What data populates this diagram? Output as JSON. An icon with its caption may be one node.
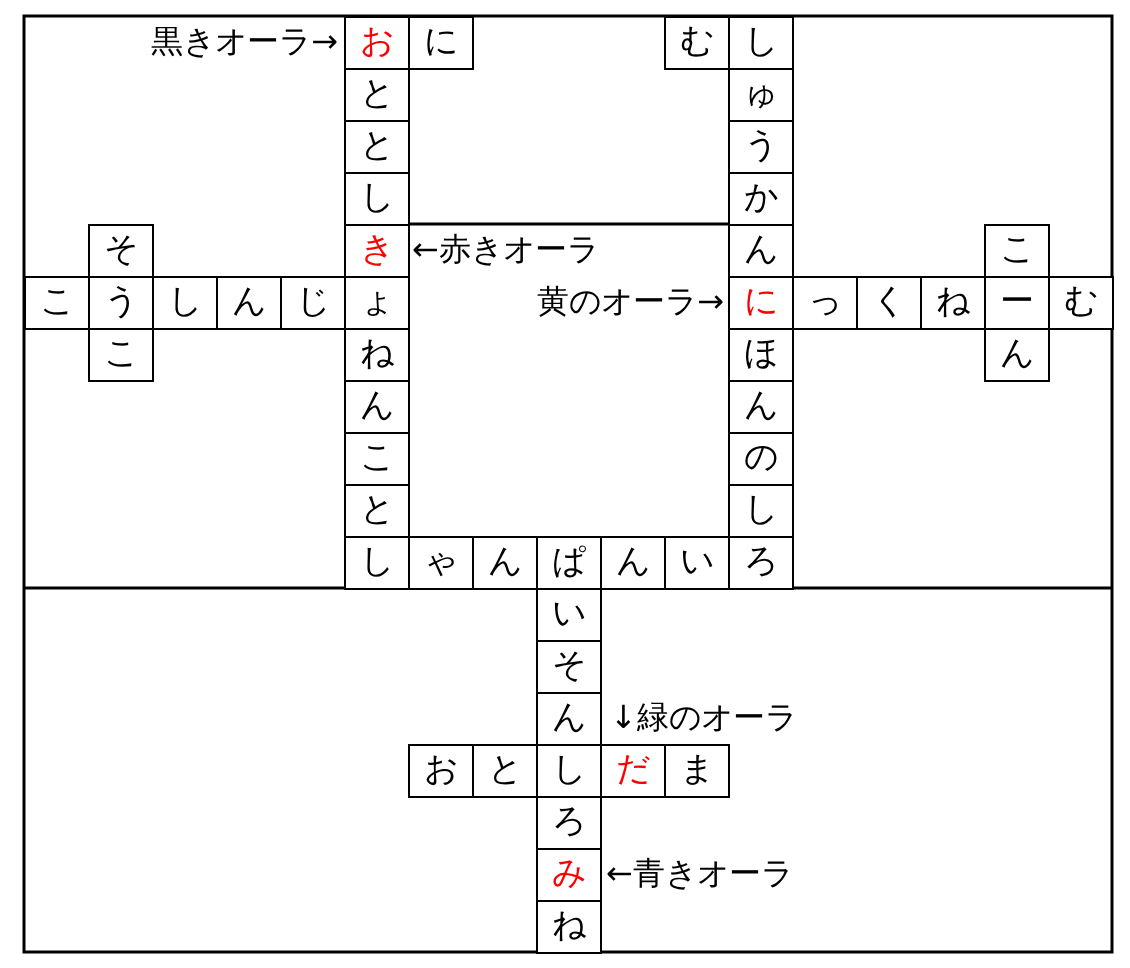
{
  "diagram": {
    "nodes": [
      {
        "text": [
          "お"
        ]
      },
      {
        "text": [
          "に"
        ]
      },
      {
        "text": [
          "む"
        ]
      },
      {
        "text": [
          "し"
        ]
      },
      {
        "text": [
          "と"
        ]
      },
      {
        "text": [
          "ゅ"
        ]
      },
      {
        "text": [
          "と"
        ]
      },
      {
        "text": [
          "う"
        ]
      },
      {
        "text": [
          "し"
        ]
      },
      {
        "text": [
          "か"
        ]
      },
      {
        "text": [
          "そ"
        ]
      },
      {
        "text": [
          "き"
        ]
      },
      {
        "text": [
          "ん"
        ]
      },
      {
        "text": [
          "こ"
        ]
      },
      {
        "text": [
          "こ"
        ]
      },
      {
        "text": [
          "う"
        ]
      },
      {
        "text": [
          "し"
        ]
      },
      {
        "text": [
          "ん"
        ]
      },
      {
        "text": [
          "じ"
        ]
      },
      {
        "text": [
          "ょ"
        ]
      },
      {
        "text": [
          "に"
        ]
      },
      {
        "text": [
          "っ"
        ]
      },
      {
        "text": [
          "く"
        ]
      },
      {
        "text": [
          "ね"
        ]
      },
      {
        "text": [
          "ー"
        ]
      },
      {
        "text": [
          "む"
        ]
      },
      {
        "text": [
          "こ"
        ]
      },
      {
        "text": [
          "ね"
        ]
      },
      {
        "text": [
          "ほ"
        ]
      },
      {
        "text": [
          "ん"
        ]
      },
      {
        "text": [
          "ん"
        ]
      },
      {
        "text": [
          "ん"
        ]
      },
      {
        "text": [
          "こ"
        ]
      },
      {
        "text": [
          "の"
        ]
      },
      {
        "text": [
          "と"
        ]
      },
      {
        "text": [
          "し"
        ]
      },
      {
        "text": [
          "し"
        ]
      },
      {
        "text": [
          "ゃ"
        ]
      },
      {
        "text": [
          "ん"
        ]
      },
      {
        "text": [
          "ぱ"
        ]
      },
      {
        "text": [
          "ん"
        ]
      },
      {
        "text": [
          "い"
        ]
      },
      {
        "text": [
          "ろ"
        ]
      },
      {
        "text": [
          "い"
        ]
      },
      {
        "text": [
          "そ"
        ]
      },
      {
        "text": [
          "ん"
        ]
      },
      {
        "text": [
          "お"
        ]
      },
      {
        "text": [
          "と"
        ]
      },
      {
        "text": [
          "し"
        ]
      },
      {
        "text": [
          "だ"
        ]
      },
      {
        "text": [
          "ま"
        ]
      },
      {
        "text": [
          "ろ"
        ]
      },
      {
        "text": [
          "み"
        ]
      },
      {
        "text": [
          "ね"
        ]
      }
    ],
    "labels": [
      "黒きオーラ→",
      "←赤きオーラ",
      "黄のオーラ→",
      "↓緑のオーラ",
      "←青きオーラ"
    ]
  }
}
